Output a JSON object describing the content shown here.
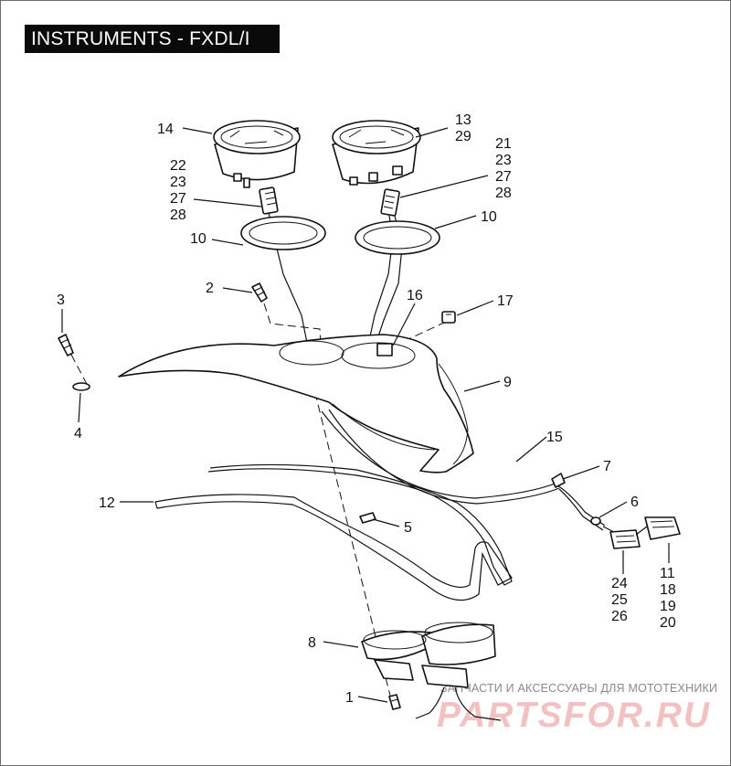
{
  "title": "INSTRUMENTS - FXDL/I",
  "callouts": {
    "c1": "1",
    "c2": "2",
    "c3": "3",
    "c4": "4",
    "c5": "5",
    "c6": "6",
    "c7": "7",
    "c8": "8",
    "c9": "9",
    "c10a": "10",
    "c10b": "10",
    "c11": "11",
    "c12": "12",
    "c13": "13",
    "c14": "14",
    "c15": "15",
    "c16": "16",
    "c17": "17",
    "c18": "18",
    "c19": "19",
    "c20": "20",
    "c21": "21",
    "c22": "22",
    "c23a": "23",
    "c23b": "23",
    "c24": "24",
    "c25": "25",
    "c26": "26",
    "c27a": "27",
    "c27b": "27",
    "c28a": "28",
    "c28b": "28",
    "c29": "29"
  },
  "watermark": {
    "tagline": "ЗАПЧАСТИ И АКСЕССУАРЫ ДЛЯ МОТОТЕХНИКИ",
    "logo": "PARTSFOR.RU"
  },
  "colors": {
    "title_bg": "#0a0a0a",
    "title_fg": "#ffffff",
    "line": "#111111",
    "logo": "#f2c2c2"
  }
}
